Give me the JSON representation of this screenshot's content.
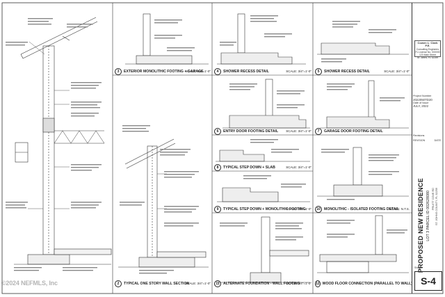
{
  "details": [
    {
      "num": "2",
      "title": "TYPICAL ONE STORY WALL SECTION",
      "scale": "SCALE: 3/4\"=1'-0\""
    },
    {
      "num": "3",
      "title": "EXTERIOR MONOLITHIC FOOTING + GARAGE",
      "scale": "SCALE: 3/4\"=1'-0\""
    },
    {
      "num": "4",
      "title": "SHOWER RECESS DETAIL",
      "scale": "SCALE: 3/4\"=1'-0\""
    },
    {
      "num": "5",
      "title": "SHOWER RECESS DETAIL",
      "scale": "SCALE: 3/4\"=1'-0\""
    },
    {
      "num": "6",
      "title": "ENTRY DOOR FOOTING DETAIL",
      "scale": "SCALE: 3/4\"=1'-0\""
    },
    {
      "num": "7",
      "title": "GARAGE DOOR FOOTING DETAIL",
      "scale": ""
    },
    {
      "num": "8",
      "title": "TYPICAL STEP DOWN + SLAB",
      "scale": "SCALE: 3/4\"=1'-0\""
    },
    {
      "num": "9",
      "title": "TYPICAL STEP DOWN + MONOLITHIC FOOTING",
      "scale": "SCALE: 3/4\"=1'-0\""
    },
    {
      "num": "10",
      "title": "MONOLITHIC - ISOLATED FOOTING DETAIL",
      "scale": "SCALE: N.T.S."
    },
    {
      "num": "11",
      "title": "ALTERNATE FOUNDATION - WALL FOOTING",
      "scale": "SCALE: 3/4\"=1'-0\""
    },
    {
      "num": "12",
      "title": "WOOD FLOOR CONNECTION (PARALLEL TO WALL)",
      "scale": ""
    }
  ],
  "title_block": {
    "firm_name": "Cowen L. Clark P.E.",
    "firm_lines": [
      "Consulting Engineers",
      "FL License No. 000000",
      "123 Main Street",
      "St. Johns, FL 32259"
    ],
    "project_number_label": "Project Number",
    "project_number": "2022050TD20",
    "date_label": "Date of Issue",
    "date": "JULY, 2022",
    "revisions_label": "Revisions",
    "revision_col": "REVISION",
    "date_col": "DATE",
    "project_title": "PROPOSED NEW RESIDENCE",
    "lot_line": "LOT 3 PARCEL ID 002628080",
    "address_lines": [
      "PRUITT COVE RD",
      "ST. JOHNS COUNTY, FL 32259"
    ],
    "sheet_label": "Sheet",
    "sheet_number": "S-4"
  },
  "watermark": "©2024 NEFMLS, Inc"
}
